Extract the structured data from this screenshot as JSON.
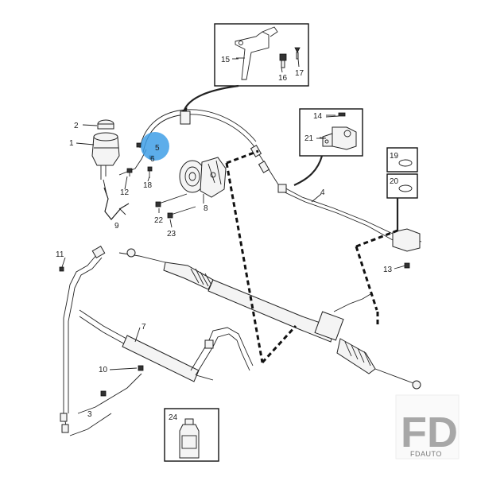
{
  "diagram": {
    "callouts": [
      "1",
      "2",
      "3",
      "4",
      "5",
      "6",
      "7",
      "8",
      "9",
      "10",
      "11",
      "12",
      "13",
      "14",
      "15",
      "16",
      "17",
      "18",
      "19",
      "20",
      "21",
      "22",
      "23",
      "24"
    ],
    "highlight_color": "#3f9fe6"
  },
  "watermark": {
    "letters": "FD",
    "caption": "FDAUTO"
  }
}
